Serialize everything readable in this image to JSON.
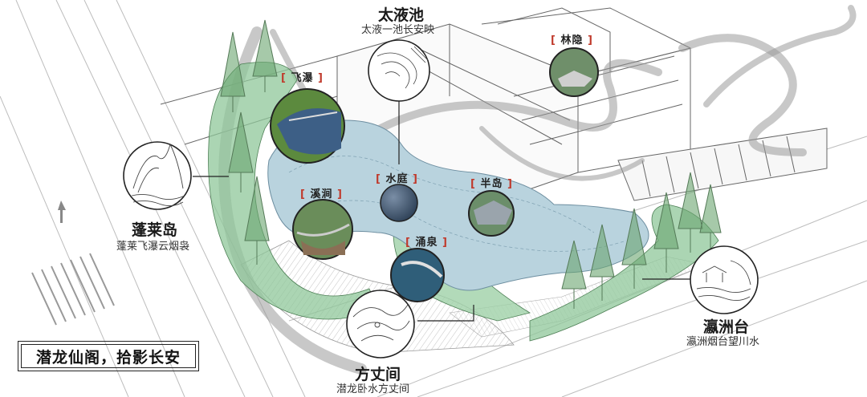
{
  "landmarks": {
    "taiyechi": {
      "title": "太液池",
      "subtitle": "太液一池长安映"
    },
    "penglaidao": {
      "title": "蓬莱岛",
      "subtitle": "蓬莱飞瀑云烟袅"
    },
    "yingzhoutai": {
      "title": "瀛洲台",
      "subtitle": "瀛洲烟台望川水"
    },
    "fangzhangjian": {
      "title": "方丈间",
      "subtitle": "潜龙卧水方丈间"
    }
  },
  "features": {
    "feiliu": "飞瀑",
    "linyin": "林隐",
    "shuiting": "水庭",
    "xijian": "溪涧",
    "bandao": "半岛",
    "yongquan": "涌泉"
  },
  "slogan": "潜龙仙阁，拾影长安",
  "colors": {
    "water": "#b9d3de",
    "greenery": "#8fc79a",
    "tree": "#6aa56f",
    "callout_ring": "#222222",
    "bracket": "#c0392b"
  }
}
